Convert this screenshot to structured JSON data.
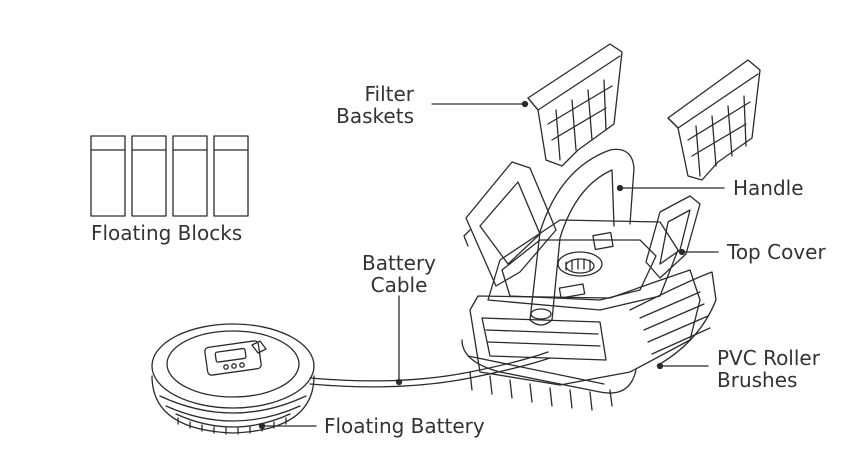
{
  "labels": {
    "filter_baskets": [
      "Filter",
      "Baskets"
    ],
    "handle": "Handle",
    "top_cover": "Top Cover",
    "pvc_roller_brushes": [
      "PVC Roller",
      "Brushes"
    ],
    "floating_blocks": "Floating Blocks",
    "battery_cable": [
      "Battery",
      "Cable"
    ],
    "floating_battery": "Floating Battery"
  },
  "colors": {
    "line": "#2b2b2b",
    "text": "#333333",
    "background": "#ffffff"
  }
}
